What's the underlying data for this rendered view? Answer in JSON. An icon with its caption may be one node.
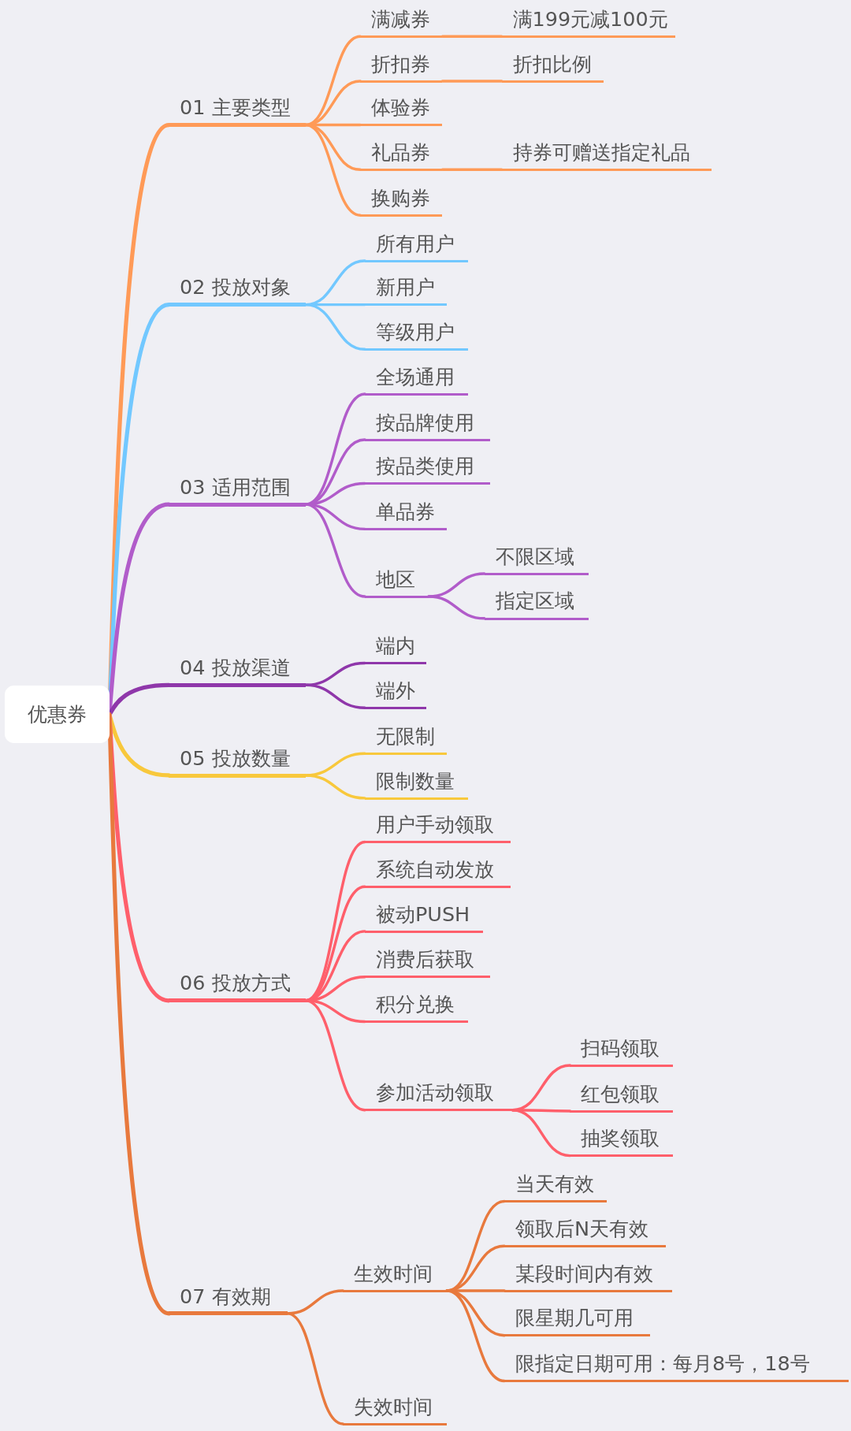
{
  "diagram": {
    "nodes": [
      {
        "text": [
          "优惠券"
        ]
      },
      {
        "text": [
          "01 主要类型"
        ]
      },
      {
        "text": [
          "满减券"
        ]
      },
      {
        "text": [
          "满199元减100元"
        ]
      },
      {
        "text": [
          "折扣券"
        ]
      },
      {
        "text": [
          "折扣比例"
        ]
      },
      {
        "text": [
          "体验券"
        ]
      },
      {
        "text": [
          "礼品券"
        ]
      },
      {
        "text": [
          "持券可赠送指定礼品"
        ]
      },
      {
        "text": [
          "换购券"
        ]
      },
      {
        "text": [
          "02 投放对象"
        ]
      },
      {
        "text": [
          "所有用户"
        ]
      },
      {
        "text": [
          "新用户"
        ]
      },
      {
        "text": [
          "等级用户"
        ]
      },
      {
        "text": [
          "03 适用范围"
        ]
      },
      {
        "text": [
          "全场通用"
        ]
      },
      {
        "text": [
          "按品牌使用"
        ]
      },
      {
        "text": [
          "按品类使用"
        ]
      },
      {
        "text": [
          "单品券"
        ]
      },
      {
        "text": [
          "地区"
        ]
      },
      {
        "text": [
          "不限区域"
        ]
      },
      {
        "text": [
          "指定区域"
        ]
      },
      {
        "text": [
          "04 投放渠道"
        ]
      },
      {
        "text": [
          "端内"
        ]
      },
      {
        "text": [
          "端外"
        ]
      },
      {
        "text": [
          "05 投放数量"
        ]
      },
      {
        "text": [
          "无限制"
        ]
      },
      {
        "text": [
          "限制数量"
        ]
      },
      {
        "text": [
          "06 投放方式"
        ]
      },
      {
        "text": [
          "用户手动领取"
        ]
      },
      {
        "text": [
          "系统自动发放"
        ]
      },
      {
        "text": [
          "被动PUSH"
        ]
      },
      {
        "text": [
          "消费后获取"
        ]
      },
      {
        "text": [
          "积分兑换"
        ]
      },
      {
        "text": [
          "参加活动领取"
        ]
      },
      {
        "text": [
          "扫码领取"
        ]
      },
      {
        "text": [
          "红包领取"
        ]
      },
      {
        "text": [
          "抽奖领取"
        ]
      },
      {
        "text": [
          "07 有效期"
        ]
      },
      {
        "text": [
          "生效时间"
        ]
      },
      {
        "text": [
          "当天有效"
        ]
      },
      {
        "text": [
          "领取后N天有效"
        ]
      },
      {
        "text": [
          "某段时间内有效"
        ]
      },
      {
        "text": [
          "限星期几可用"
        ]
      },
      {
        "text": [
          "限指定日期可用：每月8号，18号"
        ]
      },
      {
        "text": [
          "失效时间"
        ]
      }
    ],
    "edges": [
      {
        "from": 0,
        "to": 1,
        "arrow": "none",
        "color": "#ff9a57"
      },
      {
        "from": 1,
        "to": 2,
        "arrow": "none",
        "color": "#ff9a57"
      },
      {
        "from": 2,
        "to": 3,
        "arrow": "none",
        "color": "#ff9a57"
      },
      {
        "from": 1,
        "to": 4,
        "arrow": "none",
        "color": "#ff9a57"
      },
      {
        "from": 4,
        "to": 5,
        "arrow": "none",
        "color": "#ff9a57"
      },
      {
        "from": 1,
        "to": 6,
        "arrow": "none",
        "color": "#ff9a57"
      },
      {
        "from": 1,
        "to": 7,
        "arrow": "none",
        "color": "#ff9a57"
      },
      {
        "from": 7,
        "to": 8,
        "arrow": "none",
        "color": "#ff9a57"
      },
      {
        "from": 1,
        "to": 9,
        "arrow": "none",
        "color": "#ff9a57"
      },
      {
        "from": 0,
        "to": 10,
        "arrow": "none",
        "color": "#72c8ff"
      },
      {
        "from": 10,
        "to": 11,
        "arrow": "none",
        "color": "#72c8ff"
      },
      {
        "from": 10,
        "to": 12,
        "arrow": "none",
        "color": "#72c8ff"
      },
      {
        "from": 10,
        "to": 13,
        "arrow": "none",
        "color": "#72c8ff"
      },
      {
        "from": 0,
        "to": 14,
        "arrow": "none",
        "color": "#b15cca"
      },
      {
        "from": 14,
        "to": 15,
        "arrow": "none",
        "color": "#b15cca"
      },
      {
        "from": 14,
        "to": 16,
        "arrow": "none",
        "color": "#b15cca"
      },
      {
        "from": 14,
        "to": 17,
        "arrow": "none",
        "color": "#b15cca"
      },
      {
        "from": 14,
        "to": 18,
        "arrow": "none",
        "color": "#b15cca"
      },
      {
        "from": 14,
        "to": 19,
        "arrow": "none",
        "color": "#b15cca"
      },
      {
        "from": 19,
        "to": 20,
        "arrow": "none",
        "color": "#b15cca"
      },
      {
        "from": 19,
        "to": 21,
        "arrow": "none",
        "color": "#b15cca"
      },
      {
        "from": 0,
        "to": 22,
        "arrow": "none",
        "color": "#8f37aa"
      },
      {
        "from": 22,
        "to": 23,
        "arrow": "none",
        "color": "#8f37aa"
      },
      {
        "from": 22,
        "to": 24,
        "arrow": "none",
        "color": "#8f37aa"
      },
      {
        "from": 0,
        "to": 25,
        "arrow": "none",
        "color": "#f8c83c"
      },
      {
        "from": 25,
        "to": 26,
        "arrow": "none",
        "color": "#f8c83c"
      },
      {
        "from": 25,
        "to": 27,
        "arrow": "none",
        "color": "#f8c83c"
      },
      {
        "from": 0,
        "to": 28,
        "arrow": "none",
        "color": "#ff5f6b"
      },
      {
        "from": 28,
        "to": 29,
        "arrow": "none",
        "color": "#ff5f6b"
      },
      {
        "from": 28,
        "to": 30,
        "arrow": "none",
        "color": "#ff5f6b"
      },
      {
        "from": 28,
        "to": 31,
        "arrow": "none",
        "color": "#ff5f6b"
      },
      {
        "from": 28,
        "to": 32,
        "arrow": "none",
        "color": "#ff5f6b"
      },
      {
        "from": 28,
        "to": 33,
        "arrow": "none",
        "color": "#ff5f6b"
      },
      {
        "from": 28,
        "to": 34,
        "arrow": "none",
        "color": "#ff5f6b"
      },
      {
        "from": 34,
        "to": 35,
        "arrow": "none",
        "color": "#ff5f6b"
      },
      {
        "from": 34,
        "to": 36,
        "arrow": "none",
        "color": "#ff5f6b"
      },
      {
        "from": 34,
        "to": 37,
        "arrow": "none",
        "color": "#ff5f6b"
      },
      {
        "from": 0,
        "to": 38,
        "arrow": "none",
        "color": "#e8793d"
      },
      {
        "from": 38,
        "to": 39,
        "arrow": "none",
        "color": "#e8793d"
      },
      {
        "from": 39,
        "to": 40,
        "arrow": "none",
        "color": "#e8793d"
      },
      {
        "from": 39,
        "to": 41,
        "arrow": "none",
        "color": "#e8793d"
      },
      {
        "from": 39,
        "to": 42,
        "arrow": "none",
        "color": "#e8793d"
      },
      {
        "from": 39,
        "to": 43,
        "arrow": "none",
        "color": "#e8793d"
      },
      {
        "from": 39,
        "to": 44,
        "arrow": "none",
        "color": "#e8793d"
      },
      {
        "from": 38,
        "to": 45,
        "arrow": "none",
        "color": "#e8793d"
      }
    ]
  }
}
